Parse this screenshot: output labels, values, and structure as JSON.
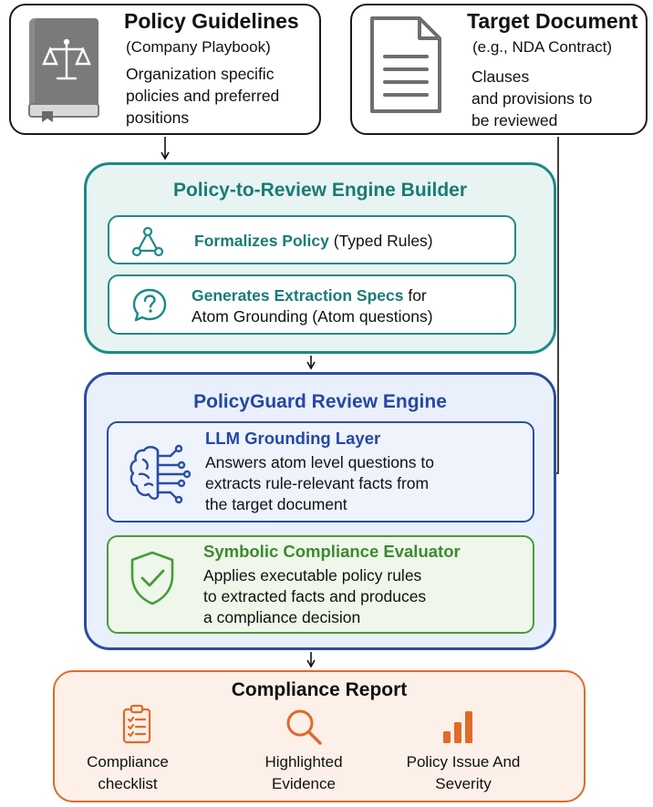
{
  "policy": {
    "title": "Policy Guidelines",
    "subtitle": "(Company Playbook)",
    "lines": [
      "Organization specific",
      "policies and preferred",
      "positions"
    ]
  },
  "target": {
    "title": "Target Document",
    "subtitle": "(e.g., NDA Contract)",
    "lines": [
      "Clauses",
      "and provisions to",
      "be reviewed"
    ]
  },
  "builder": {
    "title": "Policy-to-Review Engine Builder",
    "formalize": {
      "bold": "Formalizes Policy",
      "rest": " (Typed Rules)"
    },
    "generate": {
      "bold": "Generates Extraction Specs",
      "rest": " for",
      "line2": "Atom Grounding (Atom questions)"
    }
  },
  "engine": {
    "title": "PolicyGuard Review Engine",
    "llm": {
      "title": "LLM Grounding Layer",
      "lines": [
        "Answers atom level questions to",
        "extracts rule-relevant facts from",
        "the target document"
      ]
    },
    "symbolic": {
      "title": "Symbolic Compliance Evaluator",
      "lines": [
        "Applies executable policy rules",
        "to extracted facts and produces",
        "a compliance decision"
      ]
    }
  },
  "report": {
    "title": "Compliance Report",
    "items": [
      {
        "line1": "Compliance",
        "line2": "checklist",
        "icon": "clipboard-checklist-icon"
      },
      {
        "line1": "Highlighted",
        "line2": "Evidence",
        "icon": "magnifier-icon"
      },
      {
        "line1": "Policy Issue And",
        "line2": "Severity",
        "icon": "bar-chart-icon"
      }
    ]
  },
  "colors": {
    "teal": "#1d8a86",
    "blue": "#2b4ea3",
    "green": "#4a9a3c",
    "orange": "#e06a2a",
    "gray_icon": "#6e6e6e"
  }
}
